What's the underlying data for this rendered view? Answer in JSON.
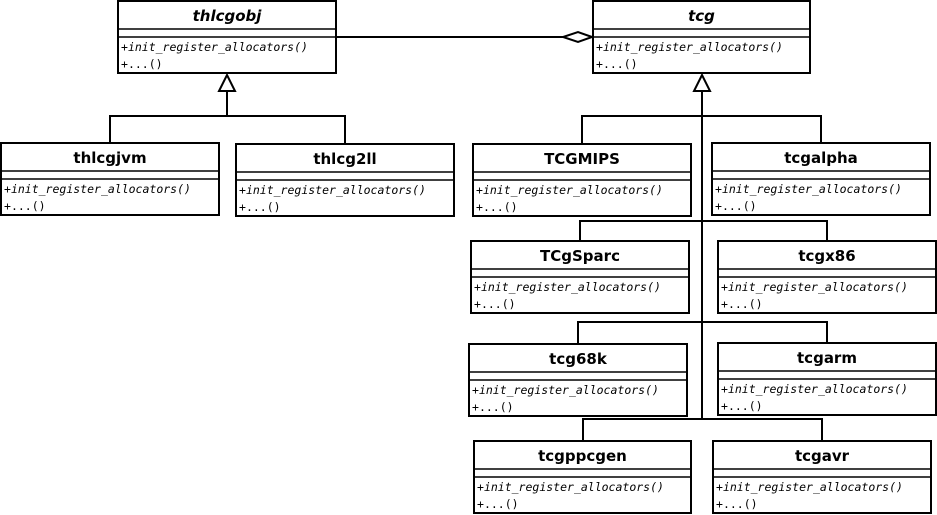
{
  "classes": [
    {
      "id": "thlcgobj",
      "name": "thlcgobj",
      "abstract": true,
      "method": "init_register_allocators()",
      "more": "...()"
    },
    {
      "id": "tcg",
      "name": "tcg",
      "abstract": true,
      "method": "init_register_allocators()",
      "more": "...()"
    },
    {
      "id": "thlcgjvm",
      "name": "thlcgjvm",
      "abstract": false,
      "method": "init_register_allocators()",
      "more": "...()"
    },
    {
      "id": "thlcg2ll",
      "name": "thlcg2ll",
      "abstract": false,
      "method": "init_register_allocators()",
      "more": "...()"
    },
    {
      "id": "tcgmips",
      "name": "TCGMIPS",
      "abstract": false,
      "method": "init_register_allocators()",
      "more": "...()"
    },
    {
      "id": "tcgalpha",
      "name": "tcgalpha",
      "abstract": false,
      "method": "init_register_allocators()",
      "more": "...()"
    },
    {
      "id": "tcgsparc",
      "name": "TCgSparc",
      "abstract": false,
      "method": "init_register_allocators()",
      "more": "...()"
    },
    {
      "id": "tcgx86",
      "name": "tcgx86",
      "abstract": false,
      "method": "init_register_allocators()",
      "more": "...()"
    },
    {
      "id": "tcg68k",
      "name": "tcg68k",
      "abstract": false,
      "method": "init_register_allocators()",
      "more": "...()"
    },
    {
      "id": "tcgarm",
      "name": "tcgarm",
      "abstract": false,
      "method": "init_register_allocators()",
      "more": "...()"
    },
    {
      "id": "tcgppcgen",
      "name": "tcgppcgen",
      "abstract": false,
      "method": "init_register_allocators()",
      "more": "...()"
    },
    {
      "id": "tcgavr",
      "name": "tcgavr",
      "abstract": false,
      "method": "init_register_allocators()",
      "more": "...()"
    }
  ],
  "visibility": "+",
  "relations": [
    {
      "type": "aggregation",
      "from": "tcg",
      "to": "thlcgobj"
    },
    {
      "type": "generalization",
      "parent": "thlcgobj",
      "children": [
        "thlcgjvm",
        "thlcg2ll"
      ]
    },
    {
      "type": "generalization",
      "parent": "tcg",
      "children": [
        "tcgmips",
        "tcgalpha",
        "tcgsparc",
        "tcgx86",
        "tcg68k",
        "tcgarm",
        "tcgppcgen",
        "tcgavr"
      ]
    }
  ]
}
